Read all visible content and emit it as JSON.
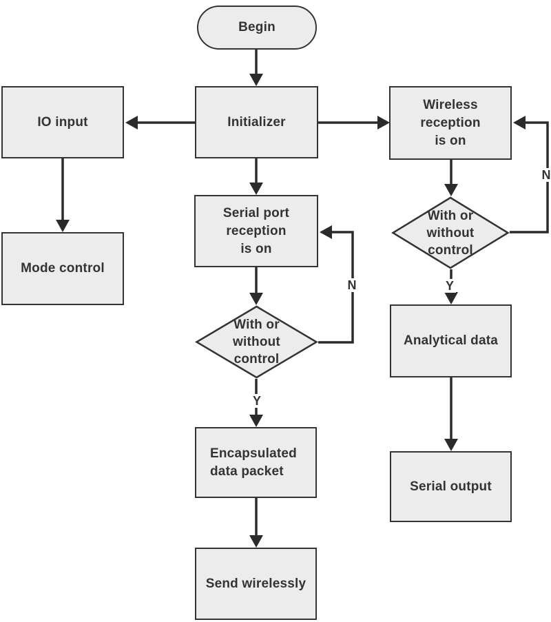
{
  "diagram": {
    "type": "flowchart",
    "colors": {
      "node_fill": "#ececec",
      "node_border": "#333333",
      "connector": "#2b2b2b",
      "text": "#333333",
      "background": "#ffffff"
    },
    "nodes": {
      "begin": {
        "label": "Begin",
        "shape": "terminator"
      },
      "initializer": {
        "label": "Initializer",
        "shape": "process"
      },
      "io_input": {
        "label": "IO input",
        "shape": "process"
      },
      "mode_control": {
        "label": "Mode control",
        "shape": "process"
      },
      "wireless_reception": {
        "label": "Wireless\nreception\nis on",
        "shape": "process"
      },
      "decision_right": {
        "label": "With or\nwithout\ncontrol",
        "shape": "decision"
      },
      "analytical_data": {
        "label": "Analytical data",
        "shape": "process"
      },
      "serial_output": {
        "label": "Serial output",
        "shape": "process"
      },
      "serial_port_reception": {
        "label": "Serial port\nreception\nis on",
        "shape": "process"
      },
      "decision_center": {
        "label": "With or\nwithout\ncontrol",
        "shape": "decision"
      },
      "encapsulated_data_packet": {
        "label": "Encapsulated\ndata packet",
        "shape": "process"
      },
      "send_wirelessly": {
        "label": "Send wirelessly",
        "shape": "process"
      }
    },
    "edge_labels": {
      "center_yes": "Y",
      "center_no": "N",
      "right_yes": "Y",
      "right_no": "N"
    },
    "edges": [
      {
        "from": "begin",
        "to": "initializer"
      },
      {
        "from": "initializer",
        "to": "io_input"
      },
      {
        "from": "initializer",
        "to": "wireless_reception"
      },
      {
        "from": "initializer",
        "to": "serial_port_reception"
      },
      {
        "from": "io_input",
        "to": "mode_control"
      },
      {
        "from": "serial_port_reception",
        "to": "decision_center"
      },
      {
        "from": "decision_center",
        "to": "encapsulated_data_packet",
        "label": "Y"
      },
      {
        "from": "decision_center",
        "to": "serial_port_reception",
        "label": "N"
      },
      {
        "from": "encapsulated_data_packet",
        "to": "send_wirelessly"
      },
      {
        "from": "wireless_reception",
        "to": "decision_right"
      },
      {
        "from": "decision_right",
        "to": "analytical_data",
        "label": "Y"
      },
      {
        "from": "decision_right",
        "to": "wireless_reception",
        "label": "N"
      },
      {
        "from": "analytical_data",
        "to": "serial_output"
      }
    ]
  }
}
